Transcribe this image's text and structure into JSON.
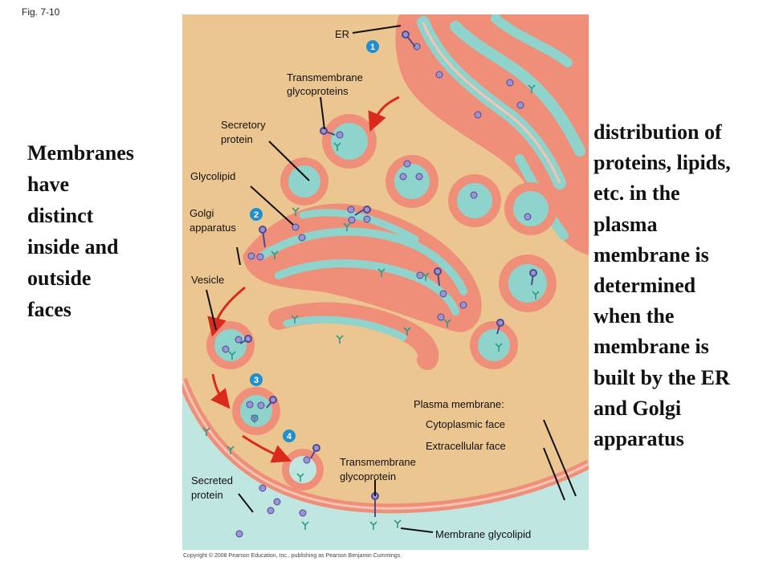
{
  "figure_label": "Fig. 7-10",
  "left_text": "Membranes\nhave\ndistinct\ninside and\noutside\nfaces",
  "right_text": "distribution of\nproteins, lipids,\netc. in the\nplasma\nmembrane is\ndetermined\nwhen the\nmembrane is\nbuilt by the ER\nand Golgi\napparatus",
  "labels": {
    "er": "ER",
    "transmembrane_glycoproteins": [
      "Transmembrane",
      "glycoproteins"
    ],
    "secretory_protein": [
      "Secretory",
      "protein"
    ],
    "glycolipid": "Glycolipid",
    "golgi_apparatus": [
      "Golgi",
      "apparatus"
    ],
    "vesicle": "Vesicle",
    "plasma_membrane": "Plasma membrane:",
    "cytoplasmic_face": "Cytoplasmic face",
    "extracellular_face": "Extracellular face",
    "transmembrane_glycoprotein": [
      "Transmembrane",
      "glycoprotein"
    ],
    "secreted_protein": [
      "Secreted",
      "protein"
    ],
    "membrane_glycolipid": "Membrane glycolipid"
  },
  "steps": [
    "1",
    "2",
    "3",
    "4"
  ],
  "copyright": "Copyright © 2008 Pearson Education, Inc., publishing as Pearson Benjamin Cummings.",
  "colors": {
    "cytoplasm": "#ecc691",
    "membrane": "#f08f79",
    "lumen": "#8fd4cc",
    "extracellular": "#bfe6e1",
    "step_badge": "#1f8fd0",
    "arrow": "#d92a1c"
  }
}
